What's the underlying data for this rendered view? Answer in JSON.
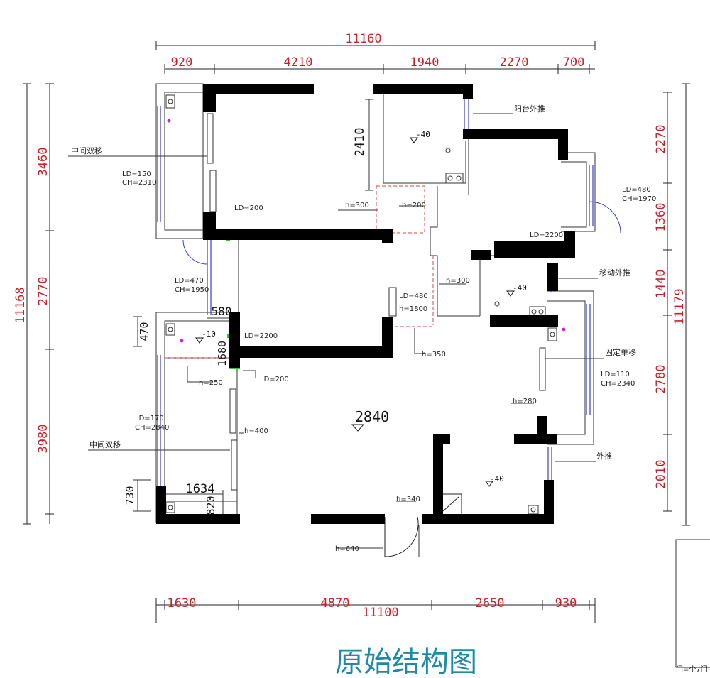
{
  "title": "原始结构图",
  "colors": {
    "wall": "#000000",
    "dimension": "#c8202a",
    "line": "#333333",
    "title": "#1e8aa8",
    "window": "#3a3ad0",
    "marker_green": "#22cc22",
    "marker_magenta": "#cc22cc"
  },
  "dimensions": {
    "top_total": "11160",
    "top_segments": [
      "920",
      "4210",
      "1940",
      "2270",
      "700"
    ],
    "bottom_total": "11100",
    "bottom_segments": [
      "1630",
      "4870",
      "2650",
      "930"
    ],
    "left_total": "11168",
    "left_segments": [
      "3460",
      "2770",
      "3980"
    ],
    "right_total": "11179",
    "right_segments": [
      "2270",
      "1360",
      "1440",
      "2780",
      "2010"
    ],
    "inner": {
      "d2410": "2410",
      "d580": "580",
      "d470": "470",
      "d1680": "1680",
      "d1634": "1634",
      "d730": "730",
      "d820": "820"
    }
  },
  "labels": {
    "lbl_top_balcony_n": "中间双移",
    "lbl_kitchen_outer": "阳台外推",
    "lbl_right_small": "移动外推",
    "lbl_right_balcony": "固定单移",
    "lbl_right_outer": "外推",
    "lbl_left_bottom": "中间双移"
  },
  "notes": {
    "ld150": "LD=150",
    "ch2310": "CH=2310",
    "ld200a": "LD=200",
    "ld470": "LD=470",
    "ch1950": "CH=1950",
    "h300a": "h=300",
    "h200": "h=200",
    "ld480": "LD=480",
    "ch1970": "CH=1970",
    "ld2200a": "LD=2200",
    "h300b": "h=300",
    "ld480b": "LD=480",
    "h1800": "h=1800",
    "ld2200b": "LD=2200",
    "h350": "h=350",
    "h250": "h=250",
    "ld200b": "LD=200",
    "ld110": "LD=110",
    "ch2340": "CH=2340",
    "h400": "h=400",
    "ld170": "LD=170",
    "ch2840": "CH=2840",
    "h280": "h=280",
    "h340": "h=340",
    "h640": "h=640"
  },
  "levels": {
    "lvl_kitchen": "-40",
    "lvl_living": "2840",
    "lvl_bath": "-40",
    "lvl_leftroom": "-10",
    "lvl_bottom": "-40"
  },
  "corner_text": "门=个7门"
}
